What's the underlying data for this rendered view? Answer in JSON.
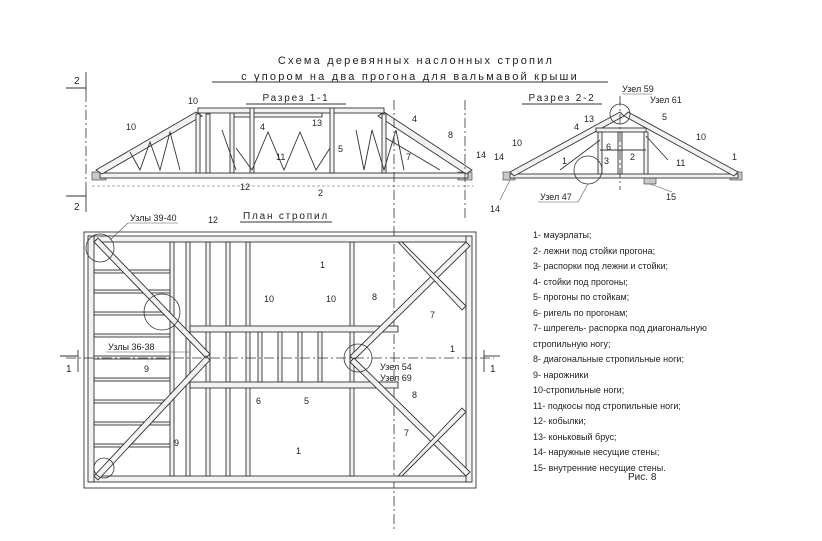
{
  "title": {
    "line1": "Схема деревянных наслонных стропил",
    "line2": "с упором на два прогона для вальмавой крыши"
  },
  "sections": {
    "s11": "Разрез 1-1",
    "s22": "Разрез 2-2",
    "plan": "План стропил"
  },
  "section_marks": {
    "two": "2",
    "one": "1"
  },
  "nodes": {
    "n59": "Узел 59",
    "n61": "Узел 61",
    "n47": "Узел 47",
    "n3940": "Узлы 39-40",
    "n3638": "Узлы 36-38",
    "n54": "Узел 54",
    "n69": "Узел 69"
  },
  "marks": {
    "m1": "1",
    "m2": "2",
    "m3": "3",
    "m4": "4",
    "m5": "5",
    "m6": "6",
    "m7": "7",
    "m8": "8",
    "m9": "9",
    "m10": "10",
    "m11": "11",
    "m12": "12",
    "m13": "13",
    "m14": "14",
    "m15": "15"
  },
  "legend": [
    "1- мауэрлаты;",
    "2- лежни под стойки прогона;",
    "3- распорки под лежни и стойки;",
    "4- стойки под прогоны;",
    "5- прогоны по стойкам;",
    "6- ригель по прогонам;",
    "7- шпрегель- распорка под диагональную",
    "стропильную ногу;",
    "8- диагональные стропильные ноги;",
    "9- нарожники",
    "10-стропильные ноги;",
    "11- подкосы под стропильные ноги;",
    "12- кобылки;",
    "13- коньковый брус;",
    "14- наружные несущие стены;",
    "15- внутренние несущие стены."
  ],
  "figure": "Рис. 8"
}
